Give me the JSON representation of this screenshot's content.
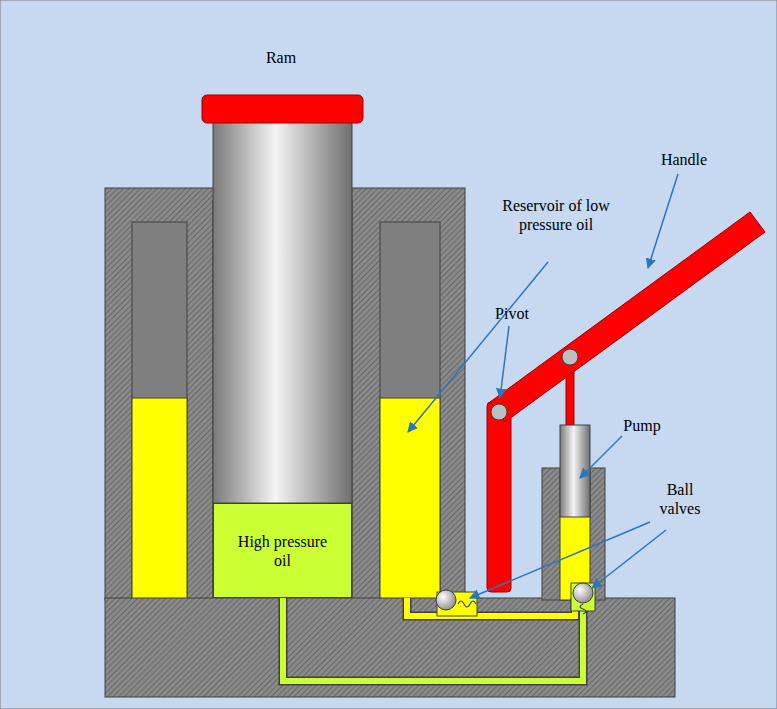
{
  "diagram": {
    "nodes": [
      {
        "text": [
          "High pressure oil"
        ]
      }
    ],
    "labels": [
      "Ram",
      "Handle",
      "Reservoir of low pressure oil",
      "Pivot",
      "Pump",
      "Ball valves"
    ]
  }
}
